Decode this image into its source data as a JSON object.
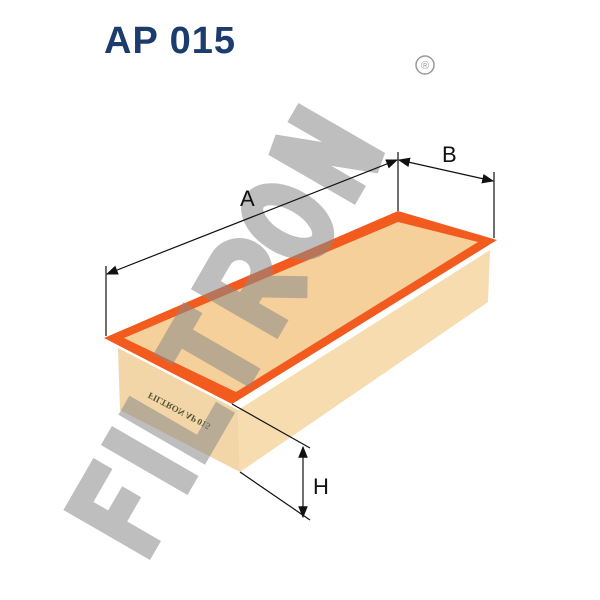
{
  "title": "AP 015",
  "watermark": "FILTRON",
  "registered_mark": "®",
  "filter_print": "FILTRON AP 015",
  "dimensions": {
    "a": "A",
    "b": "B",
    "h": "H"
  },
  "colors": {
    "title": "#1b3c6c",
    "frame": "#f25a1e",
    "media": "#f6d7a4",
    "watermark": "#9a9a9a"
  }
}
